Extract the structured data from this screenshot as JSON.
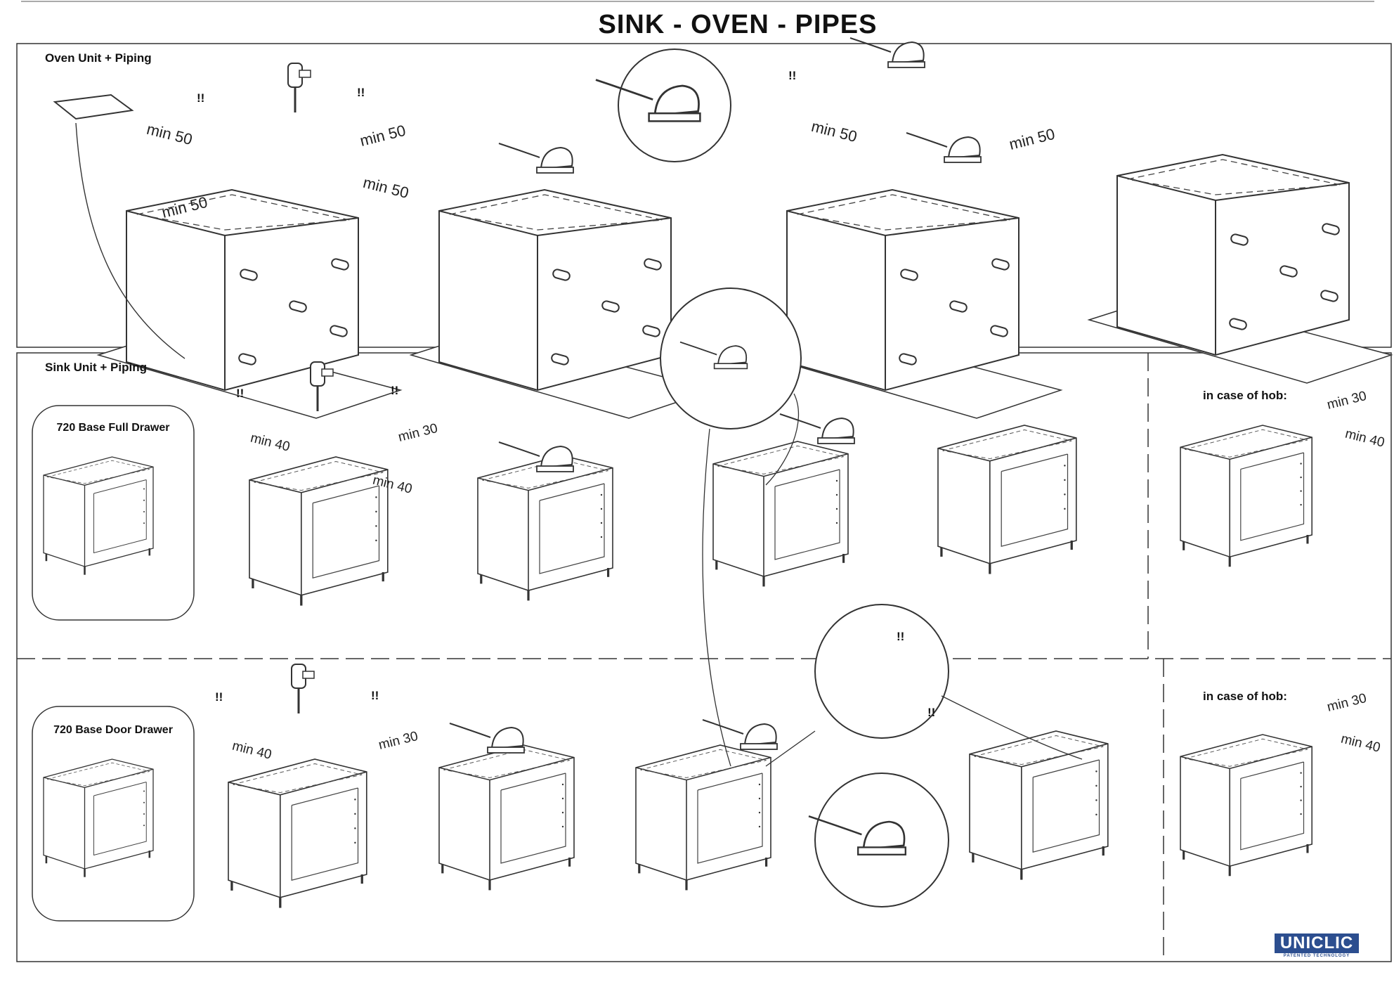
{
  "page": {
    "title": "SINK - OVEN - PIPES",
    "sections": {
      "oven": "Oven Unit + Piping",
      "sink": "Sink Unit + Piping"
    },
    "cabinets": {
      "full_drawer": "720 Base Full Drawer",
      "door_drawer": "720 Base Door Drawer"
    },
    "hob_note": "in case of hob:",
    "warning_mark": "!!",
    "dimensions": {
      "min50": "min 50",
      "min40": "min 40",
      "min30": "min 30"
    },
    "logo": {
      "name": "UNICLIC",
      "tagline": "PATENTED TECHNOLOGY"
    }
  }
}
